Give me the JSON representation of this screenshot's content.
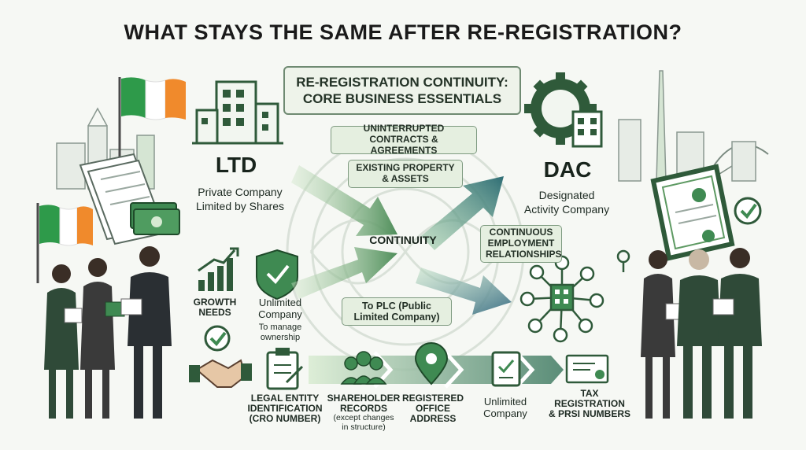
{
  "title": "WHAT STAYS THE SAME AFTER RE-REGISTRATION?",
  "header": {
    "line1": "RE-REGISTRATION CONTINUITY:",
    "line2": "CORE BUSINESS ESSENTIALS"
  },
  "left_entity": {
    "abbr": "LTD",
    "line1": "Private Company",
    "line2": "Limited by Shares"
  },
  "right_entity": {
    "abbr": "DAC",
    "line1": "Designated",
    "line2": "Activity Company"
  },
  "center_label": "CONTINUITY",
  "boxes": {
    "contracts": {
      "line1": "UNINTERRUPTED",
      "line2": "CONTRACTS & AGREEMENTS"
    },
    "property": {
      "line1": "EXISTING PROPERTY",
      "line2": "& ASSETS"
    },
    "employment": {
      "line1": "CONTINUOUS",
      "line2": "EMPLOYMENT",
      "line3": "RELATIONSHIPS"
    },
    "plc": {
      "line1": "To PLC (Public",
      "line2": "Limited Company)"
    }
  },
  "left_column": {
    "growth": {
      "line1": "GROWTH",
      "line2": "NEEDS"
    },
    "unlimited": {
      "line1": "Unlimited",
      "line2": "Company",
      "line3": "To manage",
      "line4": "ownership"
    }
  },
  "bottom_items": [
    {
      "line1": "LEGAL ENTITY",
      "line2": "IDENTIFICATION",
      "line3": "(CRO NUMBER)",
      "note1": "",
      "note2": ""
    },
    {
      "line1": "SHAREHOLDER",
      "line2": "RECORDS",
      "line3": "",
      "note1": "(except changes",
      "note2": "in structure)"
    },
    {
      "line1": "REGISTERED",
      "line2": "OFFICE",
      "line3": "ADDRESS",
      "note1": "",
      "note2": ""
    },
    {
      "line1": "Unlimited",
      "line2": "Company",
      "line3": "",
      "note1": "",
      "note2": ""
    },
    {
      "line1": "TAX",
      "line2": "REGISTRATION",
      "line3": "& PRSI NUMBERS",
      "note1": "",
      "note2": ""
    }
  ],
  "icons": {
    "left_building": "office-building-icon",
    "right_gear": "gear-building-icon",
    "growth": "bar-chart-icon",
    "shield": "shield-check-icon",
    "check": "check-circle-icon",
    "handshake": "handshake-icon",
    "clipboard": "clipboard-icon",
    "people": "people-icon",
    "pin": "location-pin-icon",
    "checklist": "checklist-icon",
    "certificate": "certificate-icon",
    "network": "network-icon"
  },
  "colors": {
    "dark_green": "#2f5a3a",
    "mid_green": "#5e9a63",
    "teal": "#3a6f82",
    "light_green": "#cfe3c8",
    "irish_green": "#2e9a4a",
    "irish_orange": "#f08a2c"
  }
}
